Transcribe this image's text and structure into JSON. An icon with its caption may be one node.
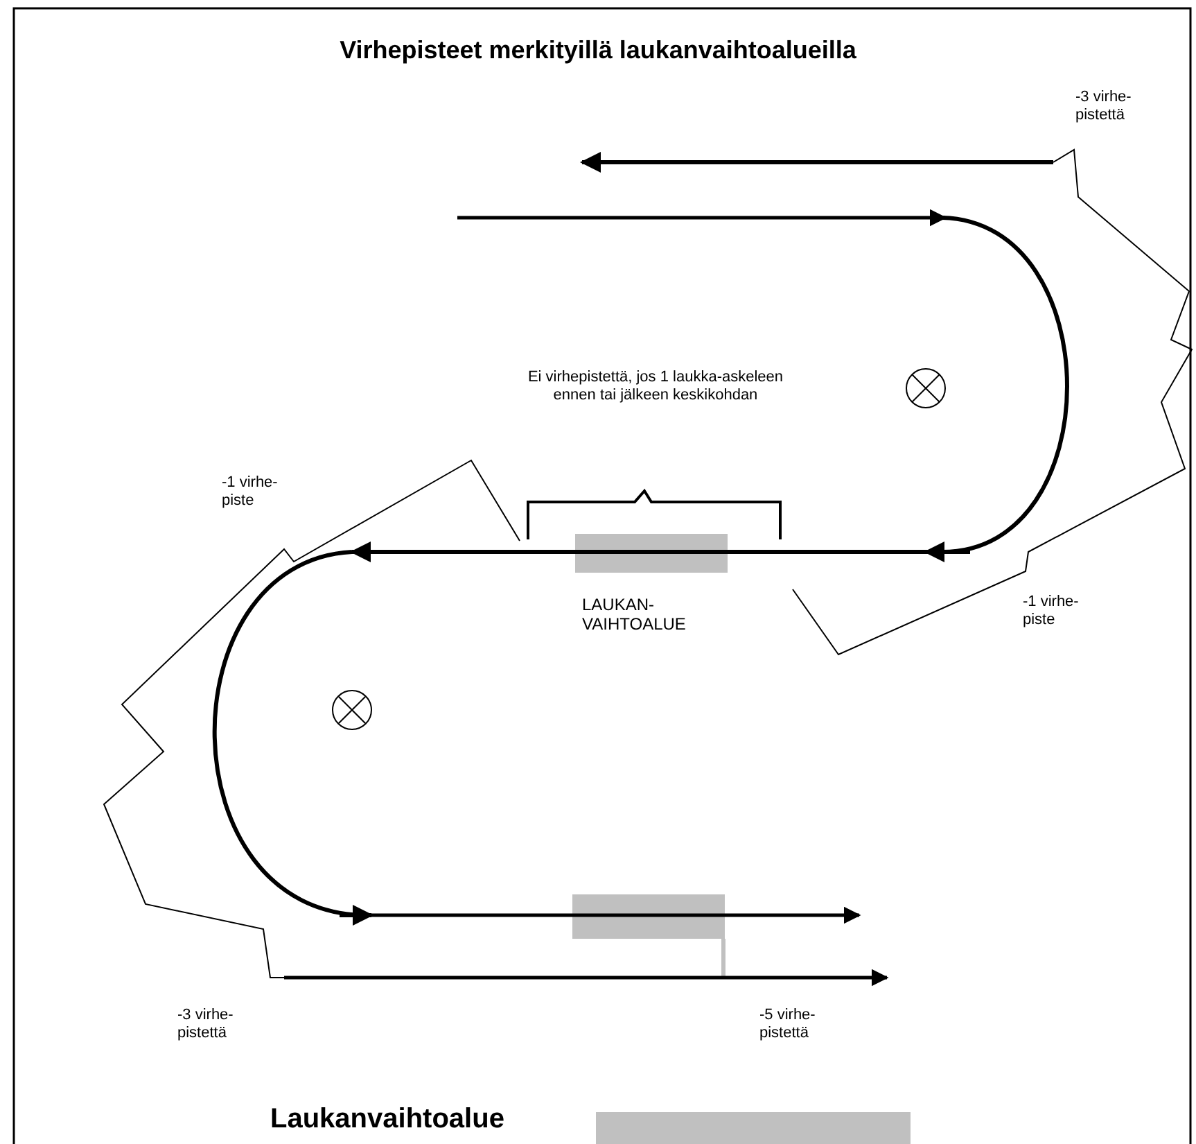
{
  "diagram": {
    "title": "Virhepisteet merkityillä laukanvaihtoalueilla",
    "labels": [
      "-3 virhe- pistettä",
      "Ei virhepistettä, jos 1 laukka-askeleen ennen tai jälkeen keskikohdan",
      "-1 virhe- piste",
      "LAUKAN- VAIHTOALUE",
      "-1 virhe- piste",
      "-3 virhe- pistettä",
      "-5 virhe- pistettä"
    ],
    "legend": [
      {
        "text": "Laukanvaihtoalue",
        "color": "#c0c0c0"
      }
    ]
  }
}
